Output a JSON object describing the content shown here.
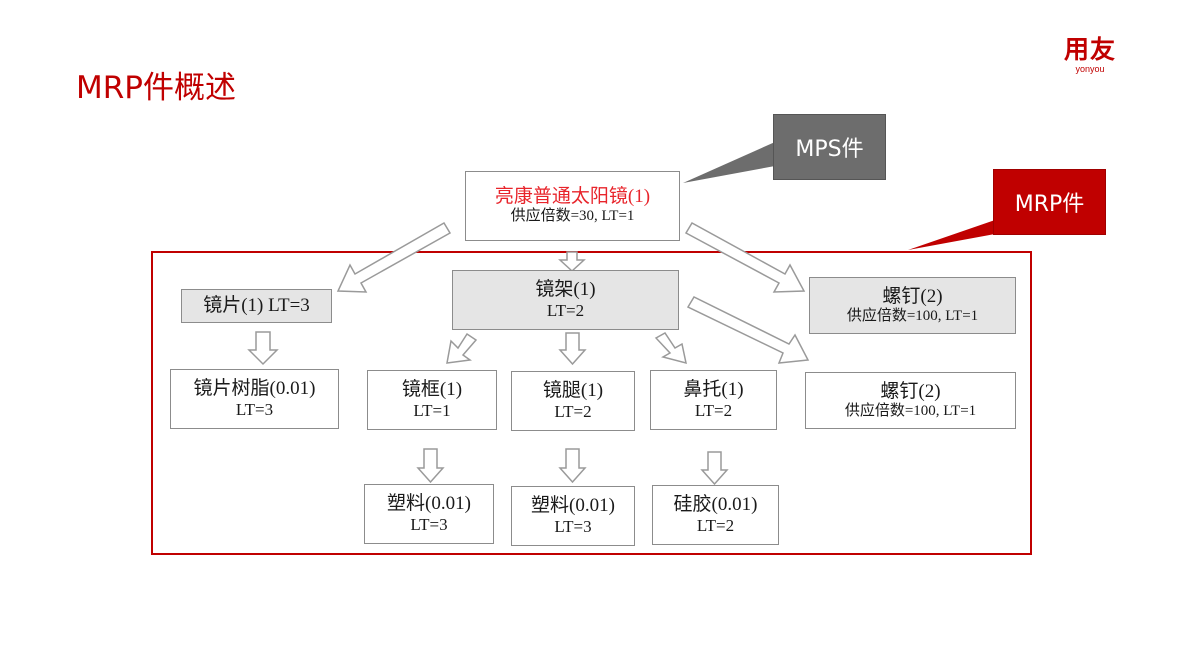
{
  "slide": {
    "title": "MRP件概述"
  },
  "logo": {
    "main": "用友",
    "sub": "yonyou"
  },
  "callouts": {
    "mps": "MPS件",
    "mrp": "MRP件"
  },
  "nodes": {
    "top": {
      "l1": "亮康普通太阳镜(1)",
      "l2": "供应倍数=30, LT=1"
    },
    "lens": {
      "l1": "镜片(1) LT=3"
    },
    "frame": {
      "l1": "镜架(1)",
      "l2": "LT=2"
    },
    "screw1": {
      "l1": "螺钉(2)",
      "l2": "供应倍数=100, LT=1"
    },
    "resin": {
      "l1": "镜片树脂(0.01)",
      "l2": "LT=3"
    },
    "rim": {
      "l1": "镜框(1)",
      "l2": "LT=1"
    },
    "temple": {
      "l1": "镜腿(1)",
      "l2": "LT=2"
    },
    "nosepad": {
      "l1": "鼻托(1)",
      "l2": "LT=2"
    },
    "screw2": {
      "l1": "螺钉(2)",
      "l2": "供应倍数=100, LT=1"
    },
    "plastic1": {
      "l1": "塑料(0.01)",
      "l2": "LT=3"
    },
    "plastic2": {
      "l1": "塑料(0.01)",
      "l2": "LT=3"
    },
    "silicone": {
      "l1": "硅胶(0.01)",
      "l2": "LT=2"
    }
  },
  "colors": {
    "accent": "#c00000",
    "top_item_text": "#e8242b",
    "mps_callout": "#6d6d6d",
    "gray_box": "#e5e5e5"
  }
}
